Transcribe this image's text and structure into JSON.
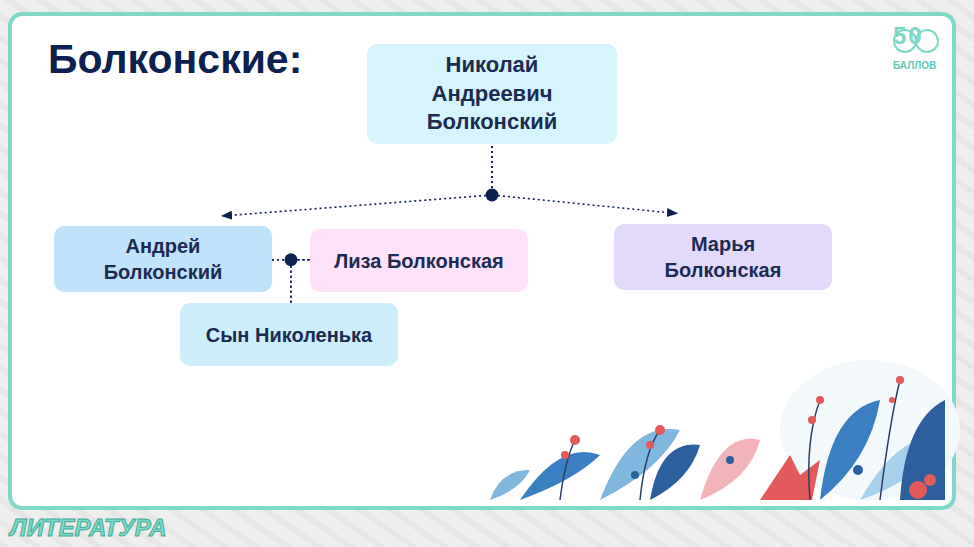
{
  "diagram": {
    "title": "Болконские:",
    "nodes": [
      {
        "text": [
          "Николай Андреевич Болконский"
        ]
      },
      {
        "text": [
          "Андрей Болконский"
        ]
      },
      {
        "text": [
          "Лиза Болконская"
        ]
      },
      {
        "text": [
          "Марья Болконская"
        ]
      },
      {
        "text": [
          "Сын Николенька"
        ]
      }
    ],
    "edges": [
      {
        "from": 0,
        "to": 1,
        "arrow": "to"
      },
      {
        "from": 0,
        "to": 3,
        "arrow": "to"
      },
      {
        "from": 1,
        "to": 2,
        "arrow": "none"
      },
      {
        "from": 1,
        "to": 4,
        "arrow": "none"
      },
      {
        "from": 2,
        "to": 4,
        "arrow": "none"
      }
    ],
    "labels": [
      "50",
      "БАЛЛОВ",
      "ЛИТЕРАТУРА"
    ]
  }
}
